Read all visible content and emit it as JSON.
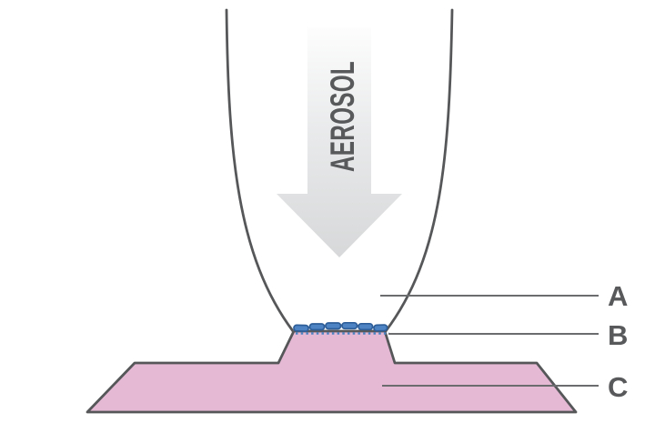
{
  "arrow": {
    "label": "AEROSOL"
  },
  "callouts": [
    {
      "letter": "A"
    },
    {
      "letter": "B"
    },
    {
      "letter": "C"
    }
  ],
  "colors": {
    "background": "#ffffff",
    "outline": "#565759",
    "leader_line": "#6b6c6e",
    "label_text": "#58595b",
    "arrow_text": "#58595b",
    "arrow_gradient_top": "#fdfdfd",
    "arrow_gradient_mid": "#e9eaeb",
    "arrow_gradient_bottom": "#d7d8d9",
    "substrate_fill": "#e5b8d4",
    "film_fill": "#4d83c3",
    "film_stroke": "#2e5e99",
    "film_dots": "#4d83c3"
  }
}
